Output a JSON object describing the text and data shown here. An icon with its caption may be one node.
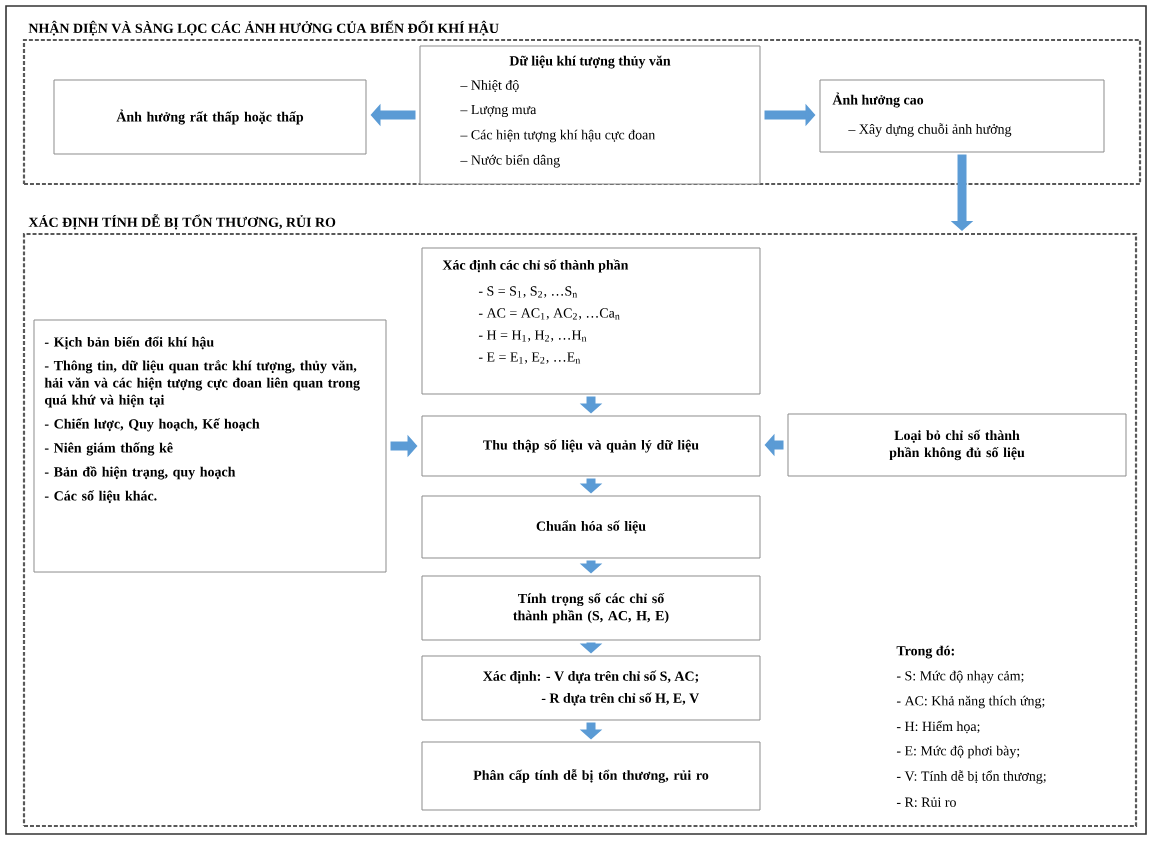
{
  "diagram": {
    "nodes": [
      {
        "text": [
          "NHẬN DIỆN VÀ SÀNG LỌC CÁC ẢNH HƯỞNG CỦA BIẾN ĐỔI KHÍ HẬU"
        ]
      },
      {
        "text": [
          "Ảnh hưởng rất thấp hoặc thấp"
        ],
        "in": 0
      },
      {
        "text": [
          "Dữ liệu khí tượng thủy văn",
          "– Nhiệt độ",
          "– Lượng mưa",
          "– Các hiện tượng khí hậu cực đoan",
          "– Nước biển dâng"
        ],
        "in": 0
      },
      {
        "text": [
          "Ảnh hưởng cao",
          "– Xây dựng chuỗi ảnh hưởng"
        ],
        "in": 0
      },
      {
        "text": [
          "XÁC ĐỊNH TÍNH DỄ BỊ TỔN THƯƠNG, RỦI RO"
        ]
      },
      {
        "text": [
          "- Kịch bản biến đổi khí hậu",
          "- Thông tin, dữ liệu quan trắc khí tượng, thủy văn, hải văn và các hiện tượng cực đoan liên quan trong quá khứ và hiện tại",
          "- Chiến lược, Quy hoạch, Kế hoạch",
          "- Niên giám thống kê",
          "- Bản đồ hiện trạng, quy hoạch",
          "- Các số liệu khác."
        ],
        "in": 4
      },
      {
        "text": [
          "Xác định các chỉ số thành phần",
          "- S = S$_{1}$, S$_{2}$, …S$_{n}$",
          "- AC = AC$_{1}$, AC$_{2}$, …Ca$_{n}$",
          "- H = H$_{1}$, H$_{2}$, …H$_{n}$",
          "- E = E$_{1}$, E$_{2}$, …E$_{n}$"
        ],
        "in": 4
      },
      {
        "text": [
          "Thu thập số liệu và quản lý dữ liệu"
        ],
        "in": 4
      },
      {
        "text": [
          "Loại bỏ chỉ số thành phần không đủ số liệu"
        ],
        "in": 4
      },
      {
        "text": [
          "Chuẩn hóa số liệu"
        ],
        "in": 4
      },
      {
        "text": [
          "Tính trọng số các chỉ số thành phần (S, AC, H, E)"
        ],
        "in": 4
      },
      {
        "text": [
          "Xác định: - V dựa trên chỉ số S, AC;",
          "- R dựa trên chỉ số H, E, V"
        ],
        "in": 4
      },
      {
        "text": [
          "Phân cấp tính dễ bị tổn thương, rủi ro"
        ],
        "in": 4
      }
    ],
    "edges": [
      {
        "from": 2,
        "to": 1,
        "arrow": "to"
      },
      {
        "from": 2,
        "to": 3,
        "arrow": "to"
      },
      {
        "from": 3,
        "to": 4,
        "arrow": "to"
      },
      {
        "from": 5,
        "to": 7,
        "arrow": "to"
      },
      {
        "from": 6,
        "to": 7,
        "arrow": "to"
      },
      {
        "from": 8,
        "to": 7,
        "arrow": "to"
      },
      {
        "from": 7,
        "to": 9,
        "arrow": "to"
      },
      {
        "from": 9,
        "to": 10,
        "arrow": "to"
      },
      {
        "from": 10,
        "to": 11,
        "arrow": "to"
      },
      {
        "from": 11,
        "to": 12,
        "arrow": "to"
      }
    ],
    "labels": [
      "Trong đó:",
      "- S: Mức độ nhạy cảm;",
      "- AC: Khả năng thích ứng;",
      "- H: Hiểm họa;",
      "- E: Mức độ phơi bày;",
      "- V: Tính dễ bị tổn thương;",
      "- R: Rủi ro"
    ]
  }
}
